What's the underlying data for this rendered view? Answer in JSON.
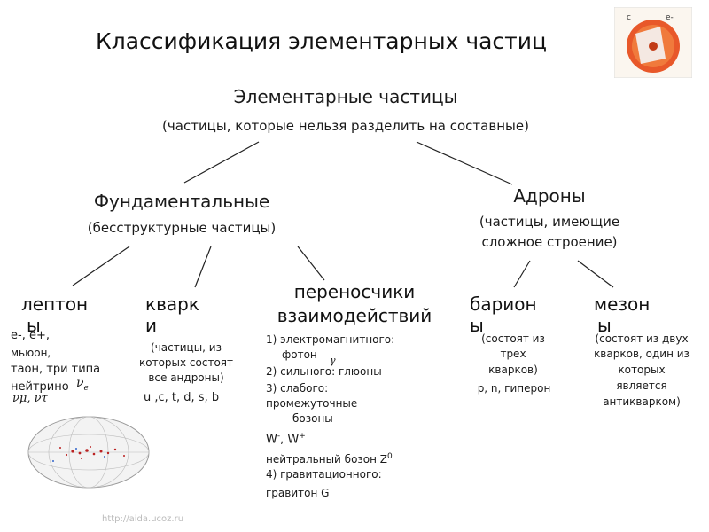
{
  "slide": {
    "title": "Классификация элементарных частиц",
    "heading": "Элементарные частицы",
    "heading_sub": "(частицы, которые нельзя разделить на составные)",
    "fundamental": {
      "name": "Фундаментальные",
      "desc": "(бесструктурные частицы)"
    },
    "hadrons": {
      "name": "Адроны",
      "desc_1": "(частицы, имеющие",
      "desc_2": "сложное строение)"
    },
    "leptons": {
      "name_1": "лептон",
      "name_2": "ы",
      "line_1": "е-, е+,",
      "line_2": "мьюон,",
      "line_3": "таон, три типа",
      "line_4": "нейтрино",
      "nu_e": "ν",
      "nu_e_sub": "e",
      "nu_mu": "νμ, ντ"
    },
    "quarks": {
      "name_1": "кварк",
      "name_2": "и",
      "desc_1": "(частицы, из",
      "desc_2": "которых состоят",
      "desc_3": "все андроны)",
      "list": "u ,c, t, d, s, b"
    },
    "carriers": {
      "name_1": "переносчики",
      "name_2": "взаимодействий",
      "i1a": "1) электромагнитного:",
      "i1b": "фотон",
      "gamma": "γ",
      "i2": "2) сильного: глюоны",
      "i3a": "3) слабого:",
      "i3b": "промежуточные",
      "i3c": "бозоны",
      "w": "W",
      "w_minus": "-",
      "w_sep": ", W",
      "w_plus": "+",
      "z": "нейтральный бозон Z",
      "z_sup": "0",
      "i4": "4) гравитационного:",
      "graviton": "гравитон G"
    },
    "baryons": {
      "name_1": "барион",
      "name_2": "ы",
      "desc_1": "(состоят из",
      "desc_2": "трех",
      "desc_3": "кварков)",
      "list": "p, n, гиперон"
    },
    "mesons": {
      "name_1": "мезон",
      "name_2": "ы",
      "desc_1": "(состоят из двух",
      "desc_2": "кварков, один из",
      "desc_3": "которых",
      "desc_4": "является",
      "desc_5": "антикварком)"
    },
    "footer": "http://aida.ucoz.ru",
    "logo_labels": {
      "c": "c",
      "e": "e-"
    }
  },
  "colors": {
    "text": "#1a1a1a",
    "line": "#222222",
    "logo_orange": "#e8582a"
  }
}
